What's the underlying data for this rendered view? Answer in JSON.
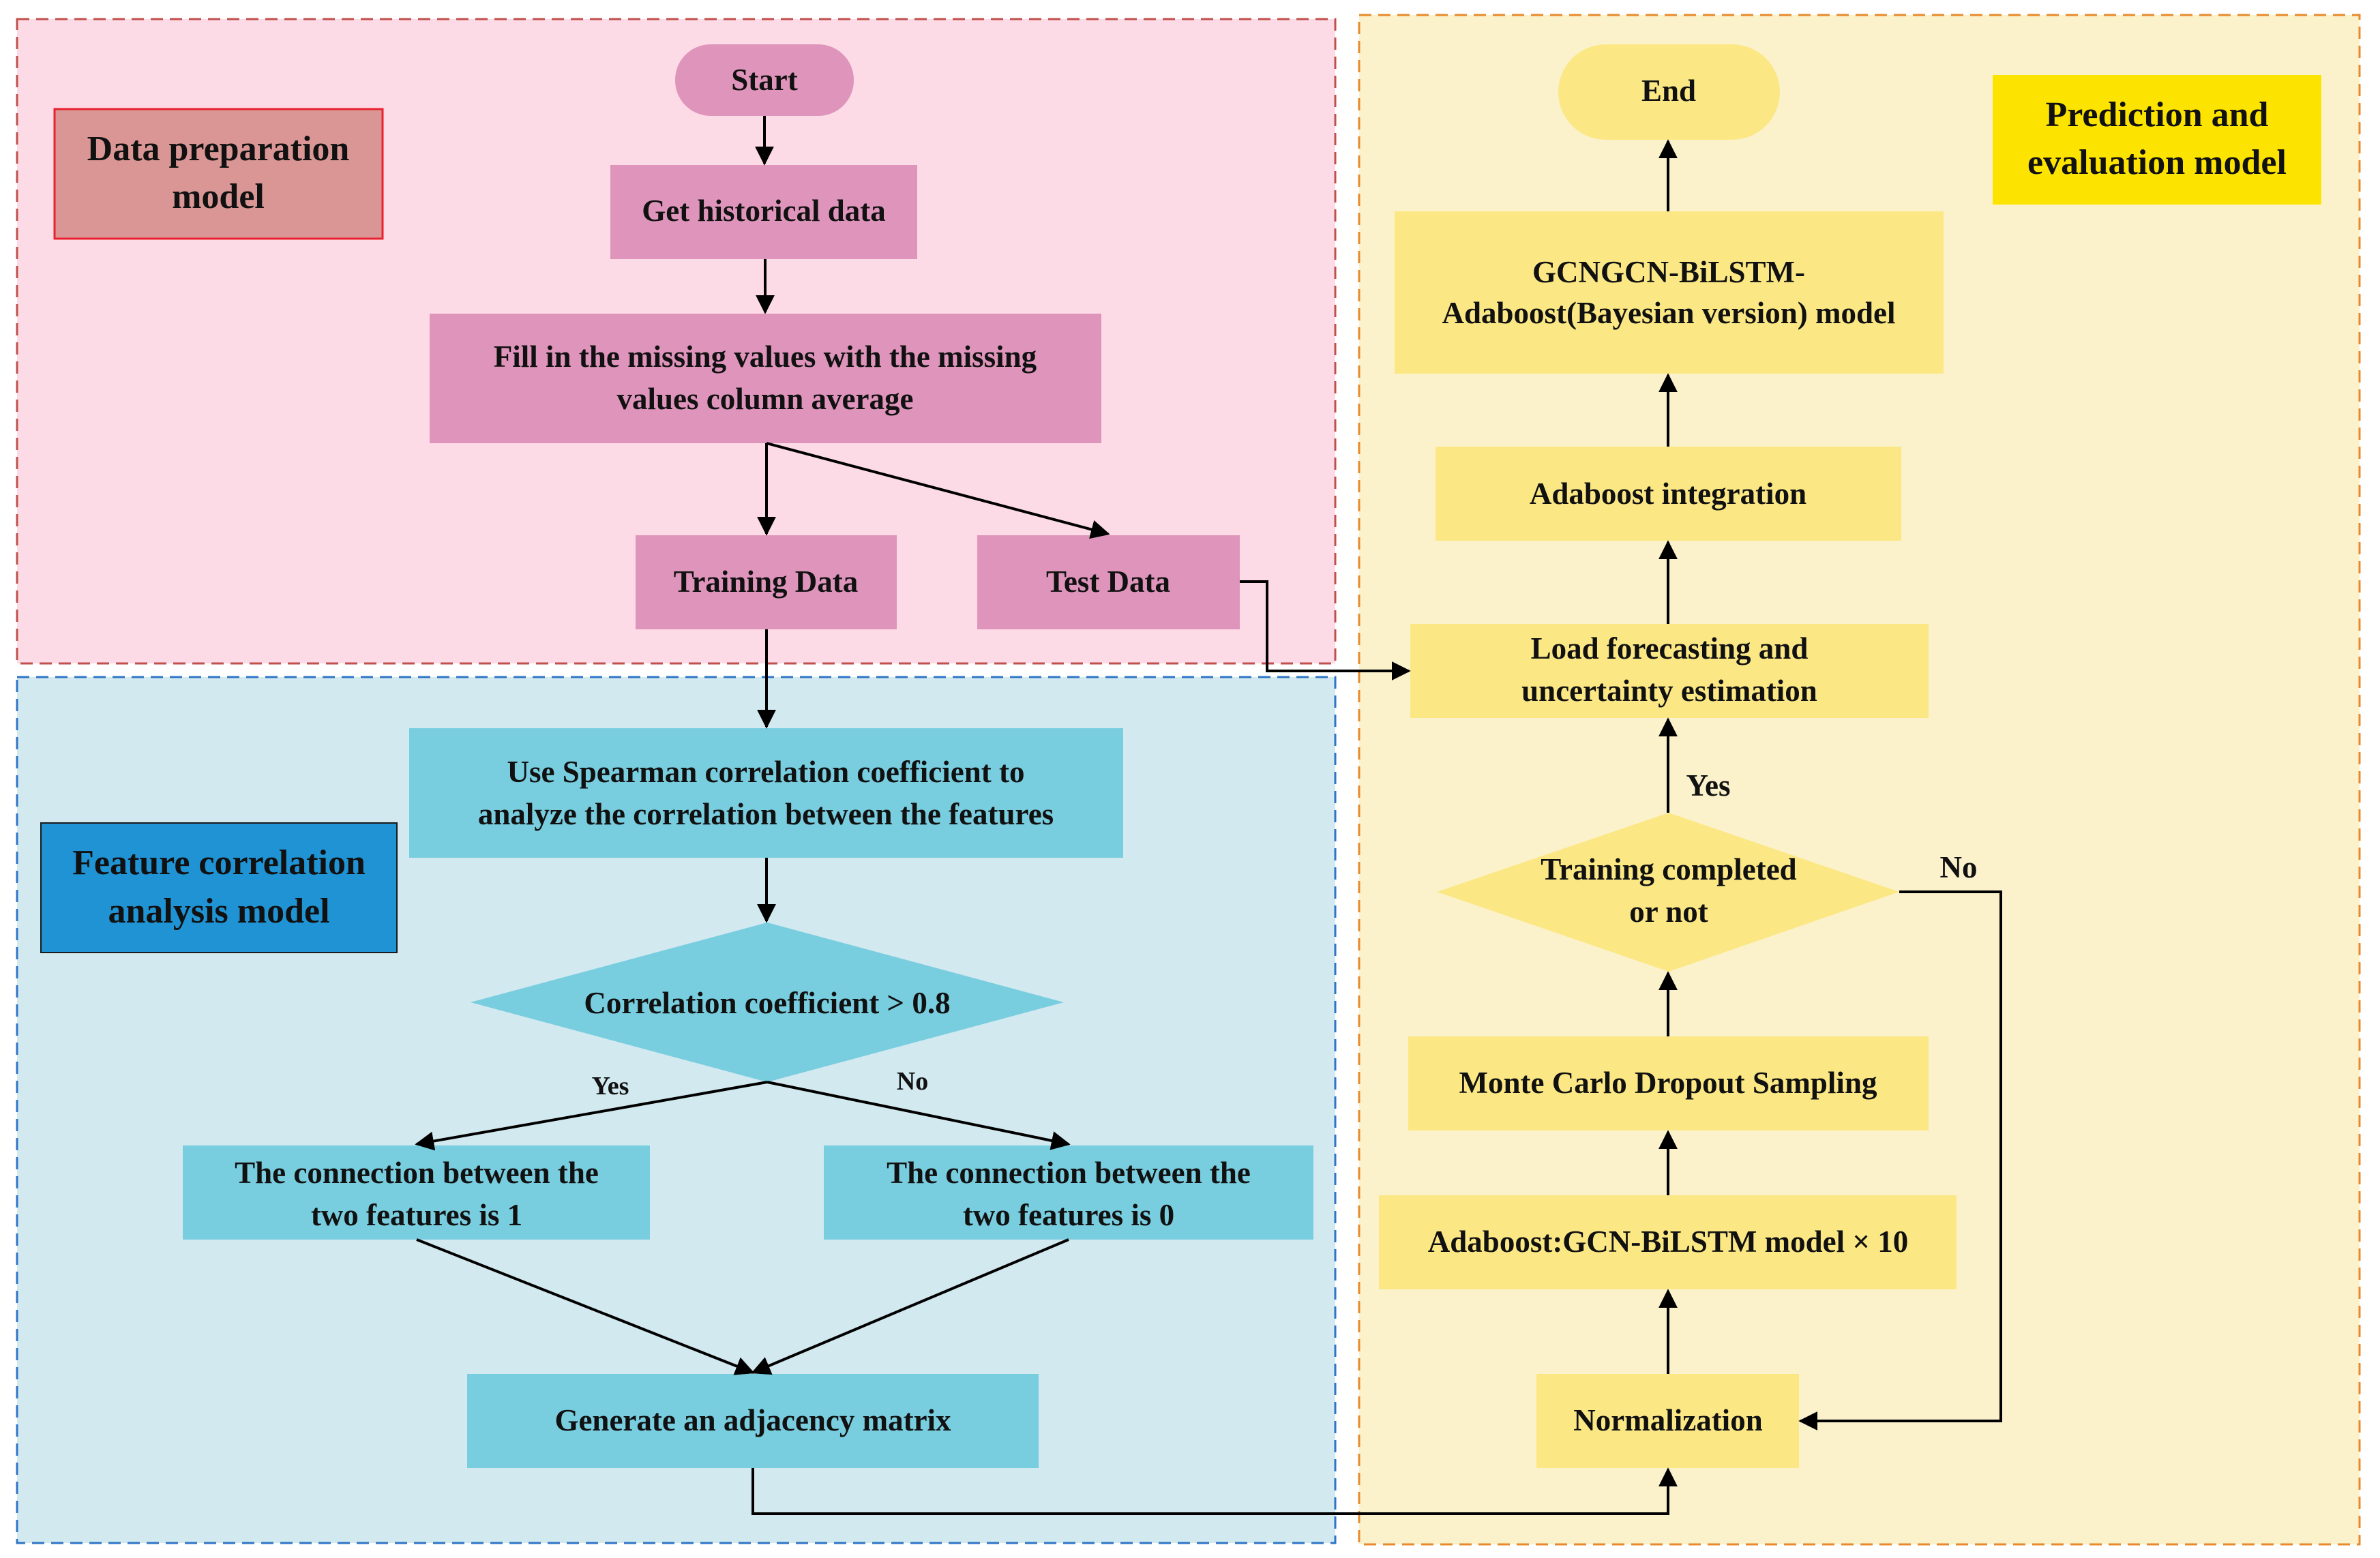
{
  "regions": {
    "data_preparation": {
      "label_lines": [
        "Data preparation",
        "model"
      ]
    },
    "feature_correlation": {
      "label_lines": [
        "Feature correlation",
        "analysis model"
      ]
    },
    "prediction": {
      "label_lines": [
        "Prediction and",
        "evaluation model"
      ]
    }
  },
  "nodes": {
    "start": {
      "lines": [
        "Start"
      ]
    },
    "get_data": {
      "lines": [
        "Get historical data"
      ]
    },
    "fill_missing": {
      "lines": [
        "Fill in the missing values with the missing",
        "values column average"
      ]
    },
    "training_data": {
      "lines": [
        "Training Data"
      ]
    },
    "test_data": {
      "lines": [
        "Test Data"
      ]
    },
    "spearman": {
      "lines": [
        "Use Spearman correlation coefficient to",
        "analyze the correlation between the features"
      ]
    },
    "corr_decision": {
      "lines": [
        "Correlation coefficient > 0.8"
      ]
    },
    "conn_one": {
      "lines": [
        "The connection between the",
        "two features is 1"
      ]
    },
    "conn_zero": {
      "lines": [
        "The connection between the",
        "two features is 0"
      ]
    },
    "adjacency": {
      "lines": [
        "Generate an adjacency matrix"
      ]
    },
    "normalization": {
      "lines": [
        "Normalization"
      ]
    },
    "adaboost_x10": {
      "lines": [
        "Adaboost:GCN-BiLSTM model × 10"
      ]
    },
    "monte_carlo": {
      "lines": [
        "Monte Carlo Dropout Sampling"
      ]
    },
    "training_completed": {
      "lines": [
        "Training completed",
        "or not"
      ]
    },
    "load_forecasting": {
      "lines": [
        "Load forecasting and",
        "uncertainty estimation"
      ]
    },
    "adaboost_integration": {
      "lines": [
        "Adaboost integration"
      ]
    },
    "final_model": {
      "lines": [
        "GCNGCN-BiLSTM-",
        "Adaboost(Bayesian version)  model"
      ]
    },
    "end": {
      "lines": [
        "End"
      ]
    }
  },
  "edge_labels": {
    "corr_yes": "Yes",
    "corr_no": "No",
    "train_yes": "Yes",
    "train_no": "No"
  },
  "colors": {
    "data_prep_bg": "#fddbe6",
    "data_prep_border": "#c0504d",
    "data_prep_node": "#df95bb",
    "data_prep_label_bg": "#d99694",
    "data_prep_label_border": "#e8232f",
    "feature_bg": "#d2e9f0",
    "feature_border": "#2e75c6",
    "feature_node": "#78cddf",
    "feature_label_bg": "#1f93d4",
    "prediction_bg": "#fbf2cc",
    "prediction_border": "#e88a2c",
    "prediction_node": "#fbe885",
    "prediction_label_bg": "#fde400",
    "connector": "#000000"
  }
}
